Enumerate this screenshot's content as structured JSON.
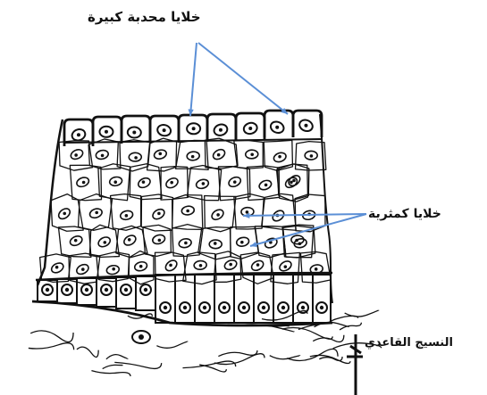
{
  "labels": {
    "large_polygonal_cells": "خلايا محدبة كبيرة",
    "cuboidal_cells": "خلايا كمثرية",
    "connective_tissue": "النسيج القاعدي"
  },
  "colors": {
    "ink": "#111111",
    "pointer": "#5b8fd6",
    "background": "#ffffff"
  }
}
